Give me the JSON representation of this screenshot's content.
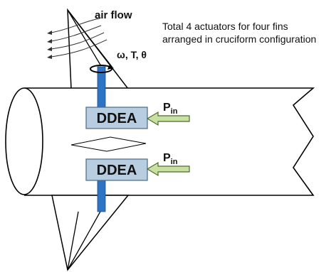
{
  "airflow_label": "air flow",
  "state_label": "ω, T, θ",
  "note_line1": "Total 4 actuators for four fins",
  "note_line2": "arranged in cruciform configuration",
  "actuators": [
    {
      "label": "DDEA",
      "input_main": "P",
      "input_sub": "in"
    },
    {
      "label": "DDEA",
      "input_main": "P",
      "input_sub": "in"
    }
  ],
  "colors": {
    "actuator_fill": "#b9cde0",
    "actuator_stroke": "#4a6a86",
    "arrow_fill": "#c9e0a3",
    "arrow_stroke": "#4e6b2c",
    "shaft": "#2e74c5",
    "outline": "#000000"
  }
}
